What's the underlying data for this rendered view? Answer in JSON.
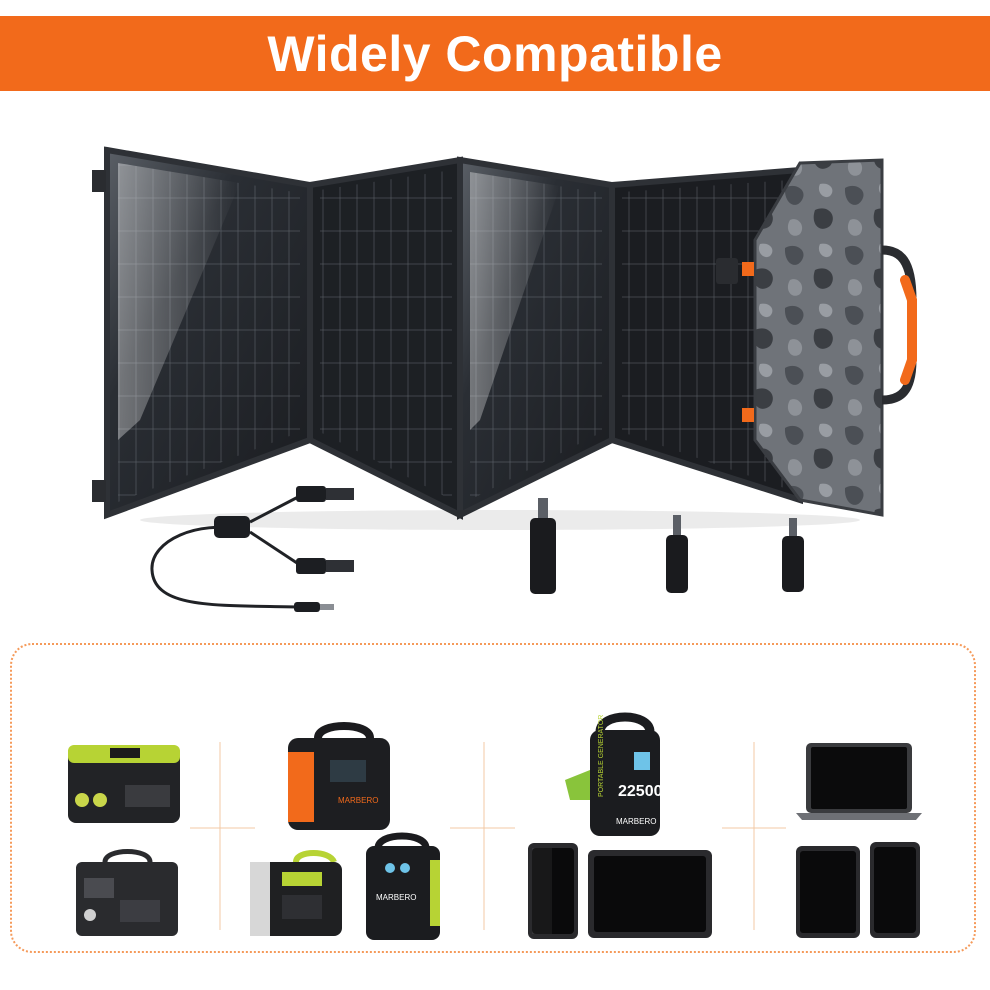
{
  "banner": {
    "title": "Widely Compatible",
    "color": "#f26a1b"
  },
  "devices": {
    "brand_label": "MARBERO",
    "capacity_label": "22500",
    "generator_label": "PORTABLE GENERATOR",
    "icons": [
      "power-station-icon",
      "laptop-icon",
      "tablet-icon",
      "phone-icon"
    ]
  }
}
